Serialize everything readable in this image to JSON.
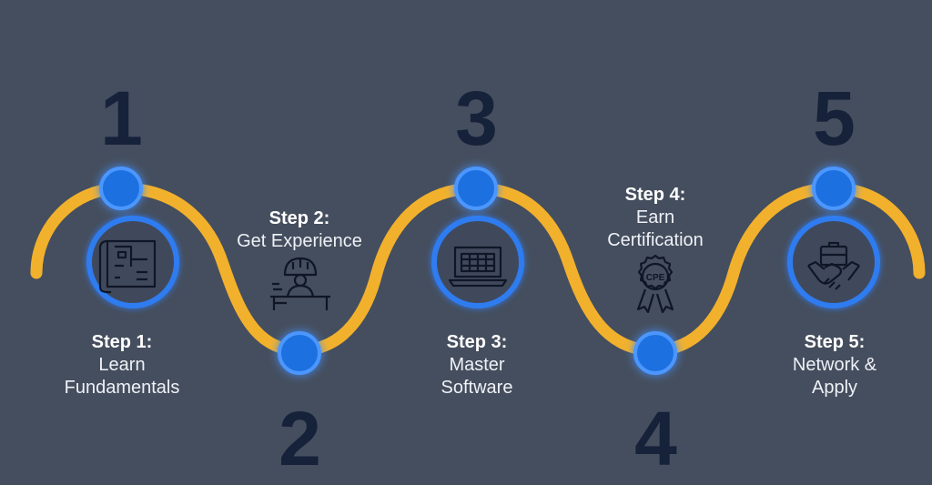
{
  "numbers": [
    "1",
    "2",
    "3",
    "4",
    "5"
  ],
  "steps": [
    {
      "heading": "Step 1:",
      "lines": [
        "Learn",
        "Fundamentals"
      ],
      "icon": "blueprint-icon"
    },
    {
      "heading": "Step 2:",
      "lines": [
        "Get Experience"
      ],
      "icon": "engineer-at-desk-icon"
    },
    {
      "heading": "Step 3:",
      "lines": [
        "Master",
        "Software"
      ],
      "icon": "laptop-spreadsheet-icon"
    },
    {
      "heading": "Step 4:",
      "lines": [
        "Earn",
        "Certification"
      ],
      "icon": "cpe-badge-icon",
      "badge_text": "CPE"
    },
    {
      "heading": "Step 5:",
      "lines": [
        "Network &",
        "Apply"
      ],
      "icon": "handshake-briefcase-icon"
    }
  ],
  "colors": {
    "background": "#454e5e",
    "path": "#f2b12c",
    "node": "#1f6fe0",
    "glow": "#3d8bff",
    "number": "#16213a",
    "text": "#eef1f6",
    "icon_stroke": "#0f1626"
  }
}
